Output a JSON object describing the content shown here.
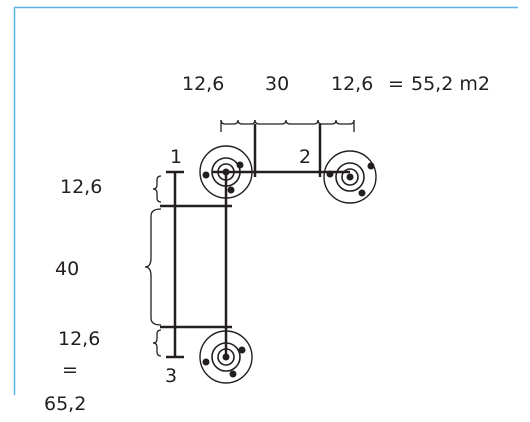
{
  "top_dimensions": {
    "left": "12,6",
    "middle": "30",
    "right": "12,6",
    "equals": "=",
    "total": "55,2 m2"
  },
  "left_dimensions": {
    "top": "12,6",
    "middle": "40",
    "bottom": "12,6",
    "equals": "=",
    "total": "65,2"
  },
  "points": {
    "p1": "1",
    "p2": "2",
    "p3": "3"
  },
  "colors": {
    "frame": "#5ab4e5",
    "line": "#231f20"
  }
}
